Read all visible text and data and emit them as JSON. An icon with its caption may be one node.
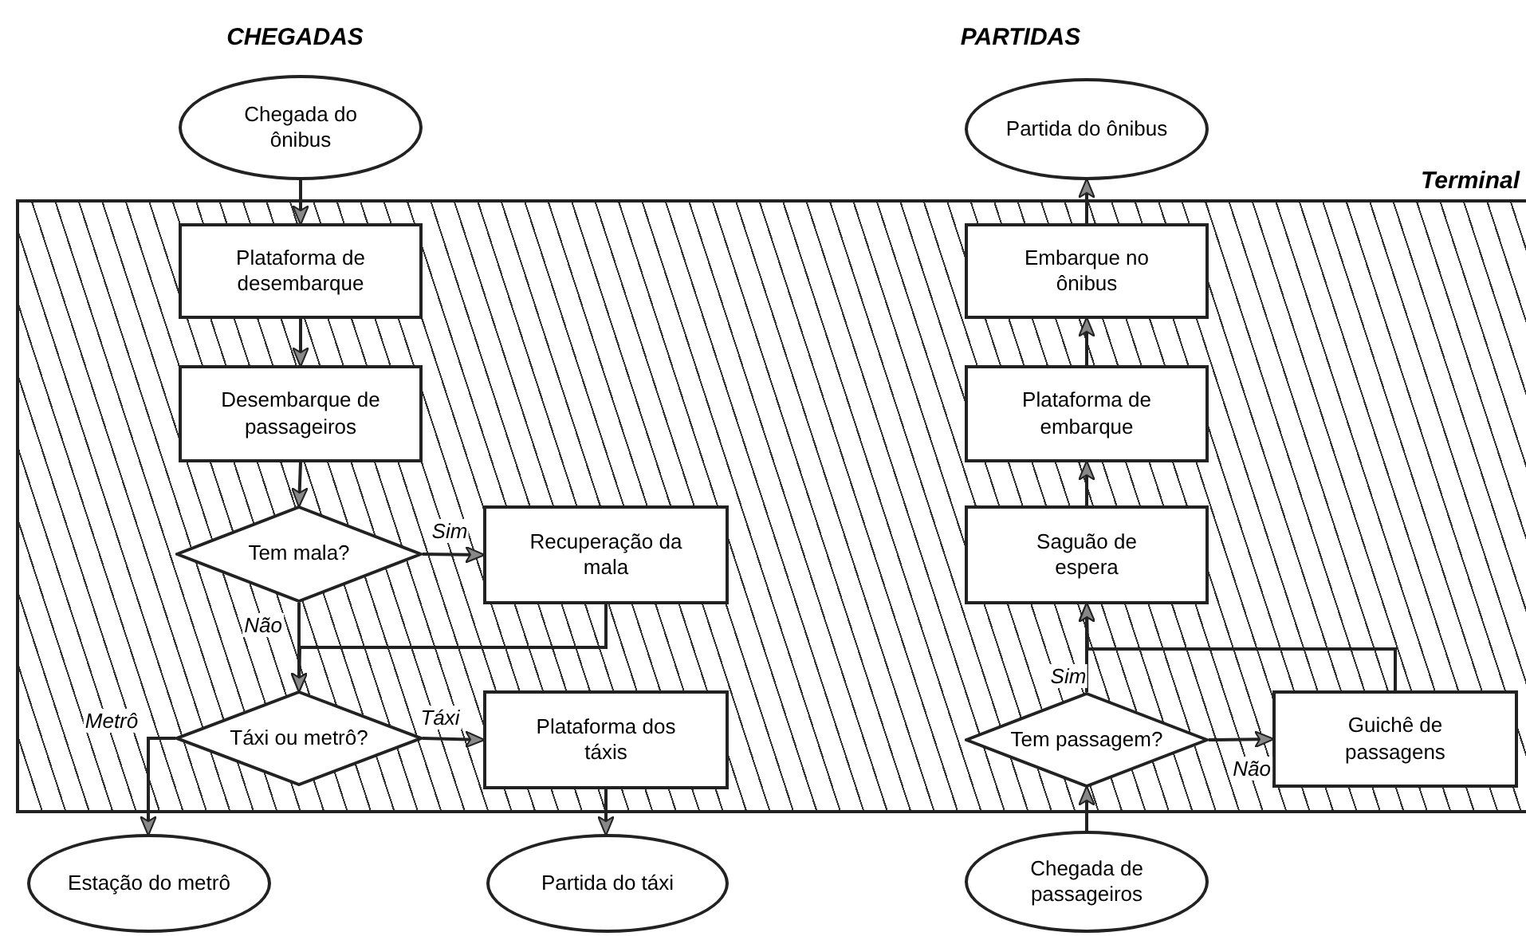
{
  "diagram": {
    "nodes": [
      {
        "text": [
          "Terminal"
        ]
      },
      {
        "text": [
          "Chegada do ônibus"
        ]
      },
      {
        "text": [
          "Plataforma de desembarque"
        ],
        "in": 0
      },
      {
        "text": [
          "Desembarque de passageiros"
        ],
        "in": 0
      },
      {
        "text": [
          "Tem mala?"
        ],
        "in": 0
      },
      {
        "text": [
          "Recuperação da mala"
        ],
        "in": 0
      },
      {
        "text": [
          "Táxi ou metrô?"
        ],
        "in": 0
      },
      {
        "text": [
          "Plataforma dos táxis"
        ],
        "in": 0
      },
      {
        "text": [
          "Estação do metrô"
        ]
      },
      {
        "text": [
          "Partida do táxi"
        ]
      },
      {
        "text": [
          "Partida do ônibus"
        ]
      },
      {
        "text": [
          "Embarque no ônibus"
        ],
        "in": 0
      },
      {
        "text": [
          "Plataforma de embarque"
        ],
        "in": 0
      },
      {
        "text": [
          "Saguão de espera"
        ],
        "in": 0
      },
      {
        "text": [
          "Tem passagem?"
        ],
        "in": 0
      },
      {
        "text": [
          "Guichê de passagens"
        ],
        "in": 0
      },
      {
        "text": [
          "Chegada de passageiros"
        ]
      }
    ],
    "edges": [
      {
        "from": 1,
        "to": 2,
        "arrow": "to"
      },
      {
        "from": 2,
        "to": 3,
        "arrow": "to"
      },
      {
        "from": 3,
        "to": 4,
        "arrow": "to"
      },
      {
        "from": 4,
        "to": 5,
        "arrow": "to",
        "label": "Sim"
      },
      {
        "from": 4,
        "to": 6,
        "arrow": "to",
        "label": "Não"
      },
      {
        "from": 5,
        "to": 6,
        "arrow": "to"
      },
      {
        "from": 6,
        "to": 7,
        "arrow": "to",
        "label": "Táxi"
      },
      {
        "from": 6,
        "to": 8,
        "arrow": "to",
        "label": "Metrô"
      },
      {
        "from": 7,
        "to": 9,
        "arrow": "to"
      },
      {
        "from": 16,
        "to": 14,
        "arrow": "to"
      },
      {
        "from": 14,
        "to": 13,
        "arrow": "to",
        "label": "Sim"
      },
      {
        "from": 14,
        "to": 15,
        "arrow": "to",
        "label": "Não"
      },
      {
        "from": 15,
        "to": 13,
        "arrow": "to"
      },
      {
        "from": 13,
        "to": 12,
        "arrow": "to"
      },
      {
        "from": 12,
        "to": 11,
        "arrow": "to"
      },
      {
        "from": 11,
        "to": 10,
        "arrow": "to"
      }
    ],
    "labels": [
      "CHEGADAS",
      "PARTIDAS"
    ]
  }
}
